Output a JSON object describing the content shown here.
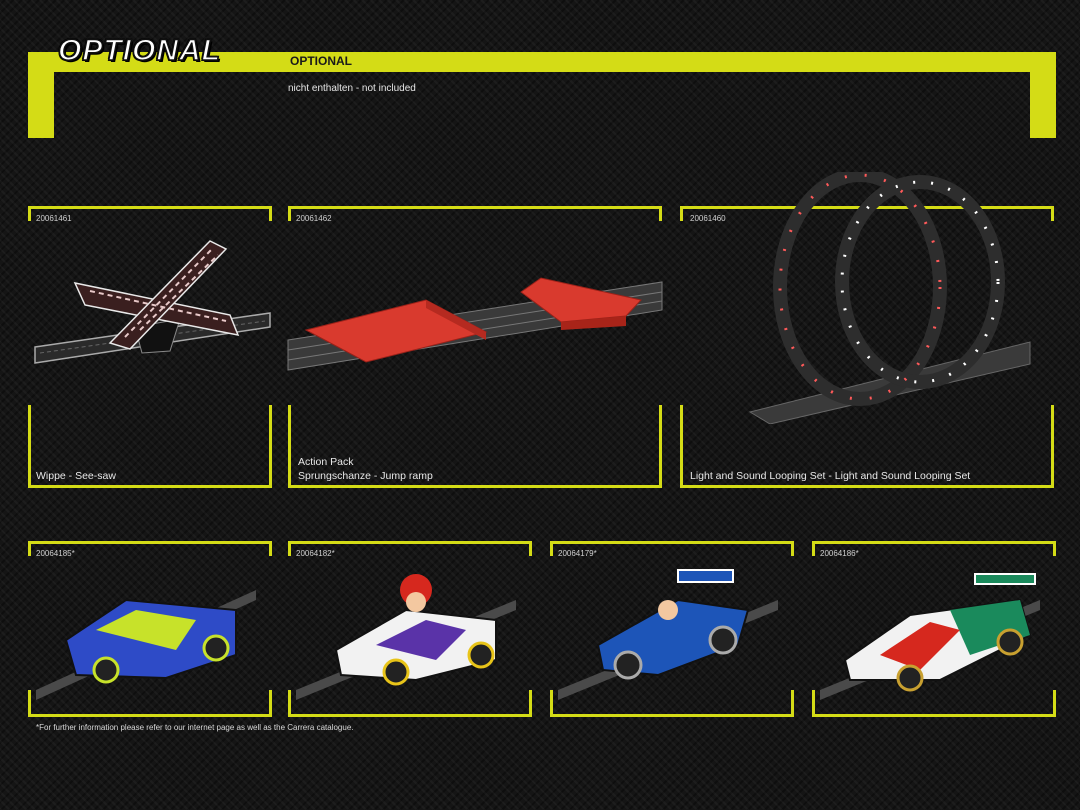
{
  "banner": {
    "title": "OPTIONAL",
    "heading": "OPTIONAL",
    "subtitle": "nicht enthalten - not included"
  },
  "accessories": [
    {
      "code": "20061461",
      "caption_lines": [
        "Wippe - See-saw"
      ]
    },
    {
      "code": "20061462",
      "caption_lines": [
        "Action Pack",
        "Sprungschanze - Jump ramp"
      ]
    },
    {
      "code": "20061460",
      "caption_lines": [
        "Light and Sound Looping Set - Light and Sound Looping Set"
      ]
    }
  ],
  "cars": [
    {
      "code": "20064185*"
    },
    {
      "code": "20064182*"
    },
    {
      "code": "20064179*"
    },
    {
      "code": "20064186*"
    }
  ],
  "footnote": "*For further information please refer to our internet page as well as the Carrera catalogue.",
  "colors": {
    "accent": "#d4dc16",
    "background": "#151515",
    "ramp_red": "#d93a2e"
  }
}
